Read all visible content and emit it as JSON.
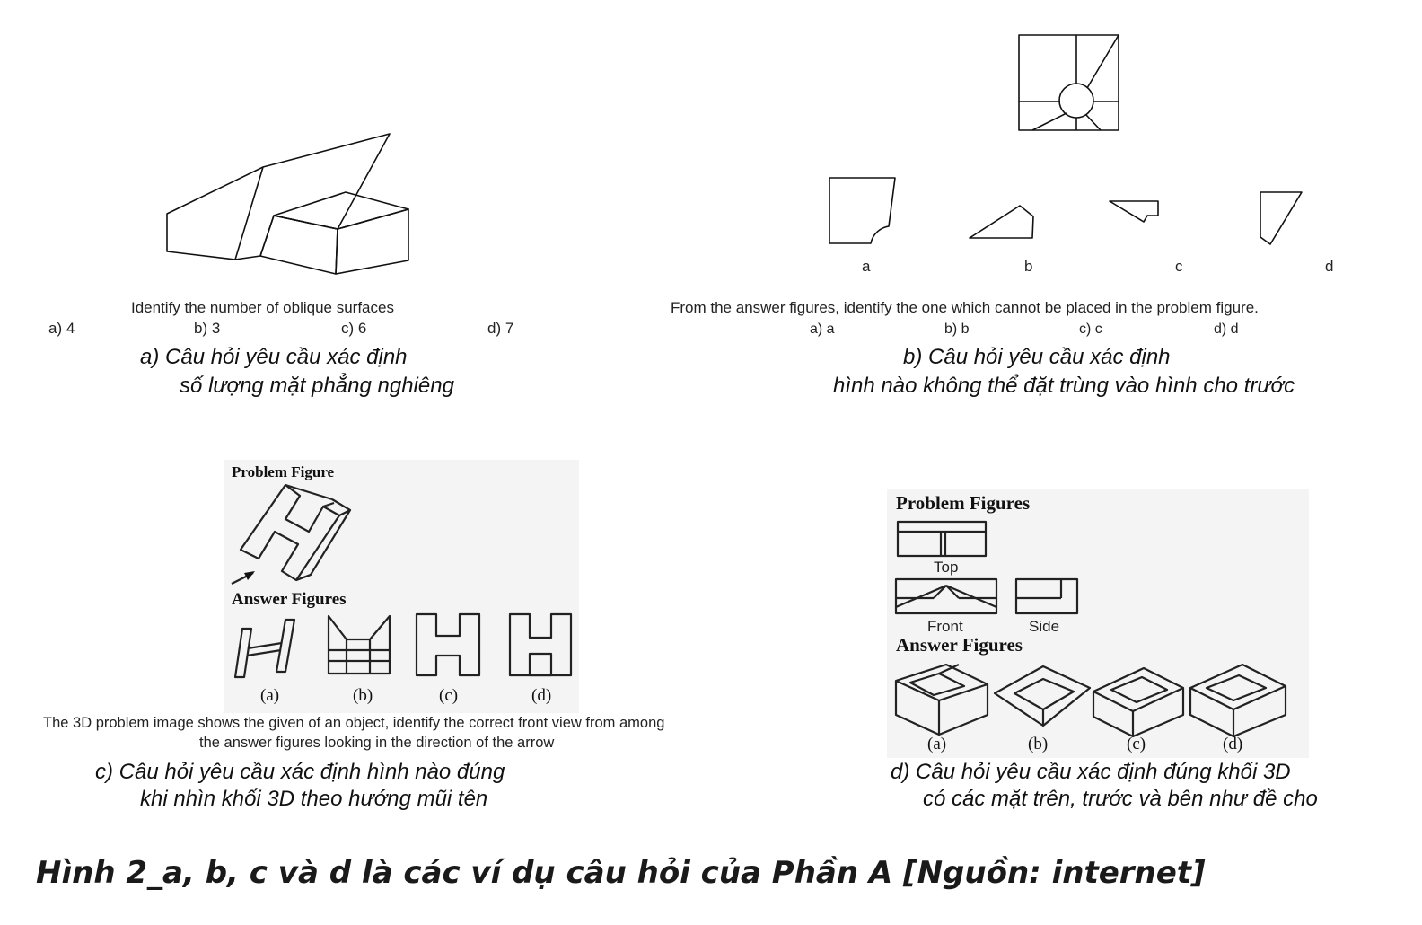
{
  "panel_a": {
    "question": "Identify the number of oblique surfaces",
    "options": [
      "a)  4",
      "b)  3",
      "c)  6",
      "d)  7"
    ],
    "caption_line1": "a) Câu hỏi yêu cầu xác định",
    "caption_line2": "số lượng mặt phẳng nghiêng"
  },
  "panel_b": {
    "answer_labels": [
      "a",
      "b",
      "c",
      "d"
    ],
    "question": "From the answer figures, identify the one which cannot be placed in the problem figure.",
    "options": [
      "a)  a",
      "b)  b",
      "c)  c",
      "d)  d"
    ],
    "caption_line1": "b) Câu hỏi yêu cầu xác định",
    "caption_line2": "hình nào không thể đặt trùng vào hình cho trước"
  },
  "panel_c": {
    "problem_heading": "Problem Figure",
    "answer_heading": "Answer Figures",
    "answer_labels": [
      "(a)",
      "(b)",
      "(c)",
      "(d)"
    ],
    "question_line1": "The 3D problem image shows the given of an object, identify the correct front view from among",
    "question_line2": "the answer figures looking in the direction of the arrow",
    "caption_line1": "c) Câu hỏi yêu cầu xác định hình nào đúng",
    "caption_line2": "khi nhìn khối 3D theo hướng mũi tên"
  },
  "panel_d": {
    "problem_heading": "Problem Figures",
    "view_top": "Top",
    "view_front": "Front",
    "view_side": "Side",
    "answer_heading": "Answer Figures",
    "answer_labels": [
      "(a)",
      "(b)",
      "(c)",
      "(d)"
    ],
    "caption_line1": "d) Câu hỏi yêu cầu xác định đúng khối 3D",
    "caption_line2": "có các mặt trên, trước và bên như đề cho"
  },
  "figure_caption": "Hình 2_a, b, c và d là các ví dụ câu hỏi của Phần A  [Nguồn: internet]"
}
